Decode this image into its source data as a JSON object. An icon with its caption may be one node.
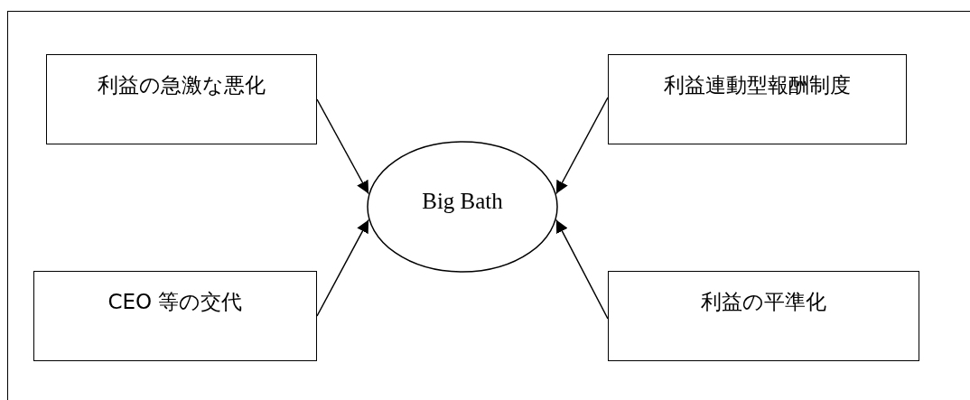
{
  "diagram": {
    "nodes": [
      {
        "text": [
          "利益の急激な悪化"
        ]
      },
      {
        "text": [
          "利益連動型報酬制度"
        ]
      },
      {
        "text": [
          "Big Bath"
        ]
      },
      {
        "text": [
          "CEO 等の交代"
        ]
      },
      {
        "text": [
          "利益の平準化"
        ]
      }
    ],
    "edges": [
      {
        "from": 0,
        "to": 2,
        "arrow": "to"
      },
      {
        "from": 1,
        "to": 2,
        "arrow": "to"
      },
      {
        "from": 3,
        "to": 2,
        "arrow": "to"
      },
      {
        "from": 4,
        "to": 2,
        "arrow": "to"
      }
    ]
  }
}
